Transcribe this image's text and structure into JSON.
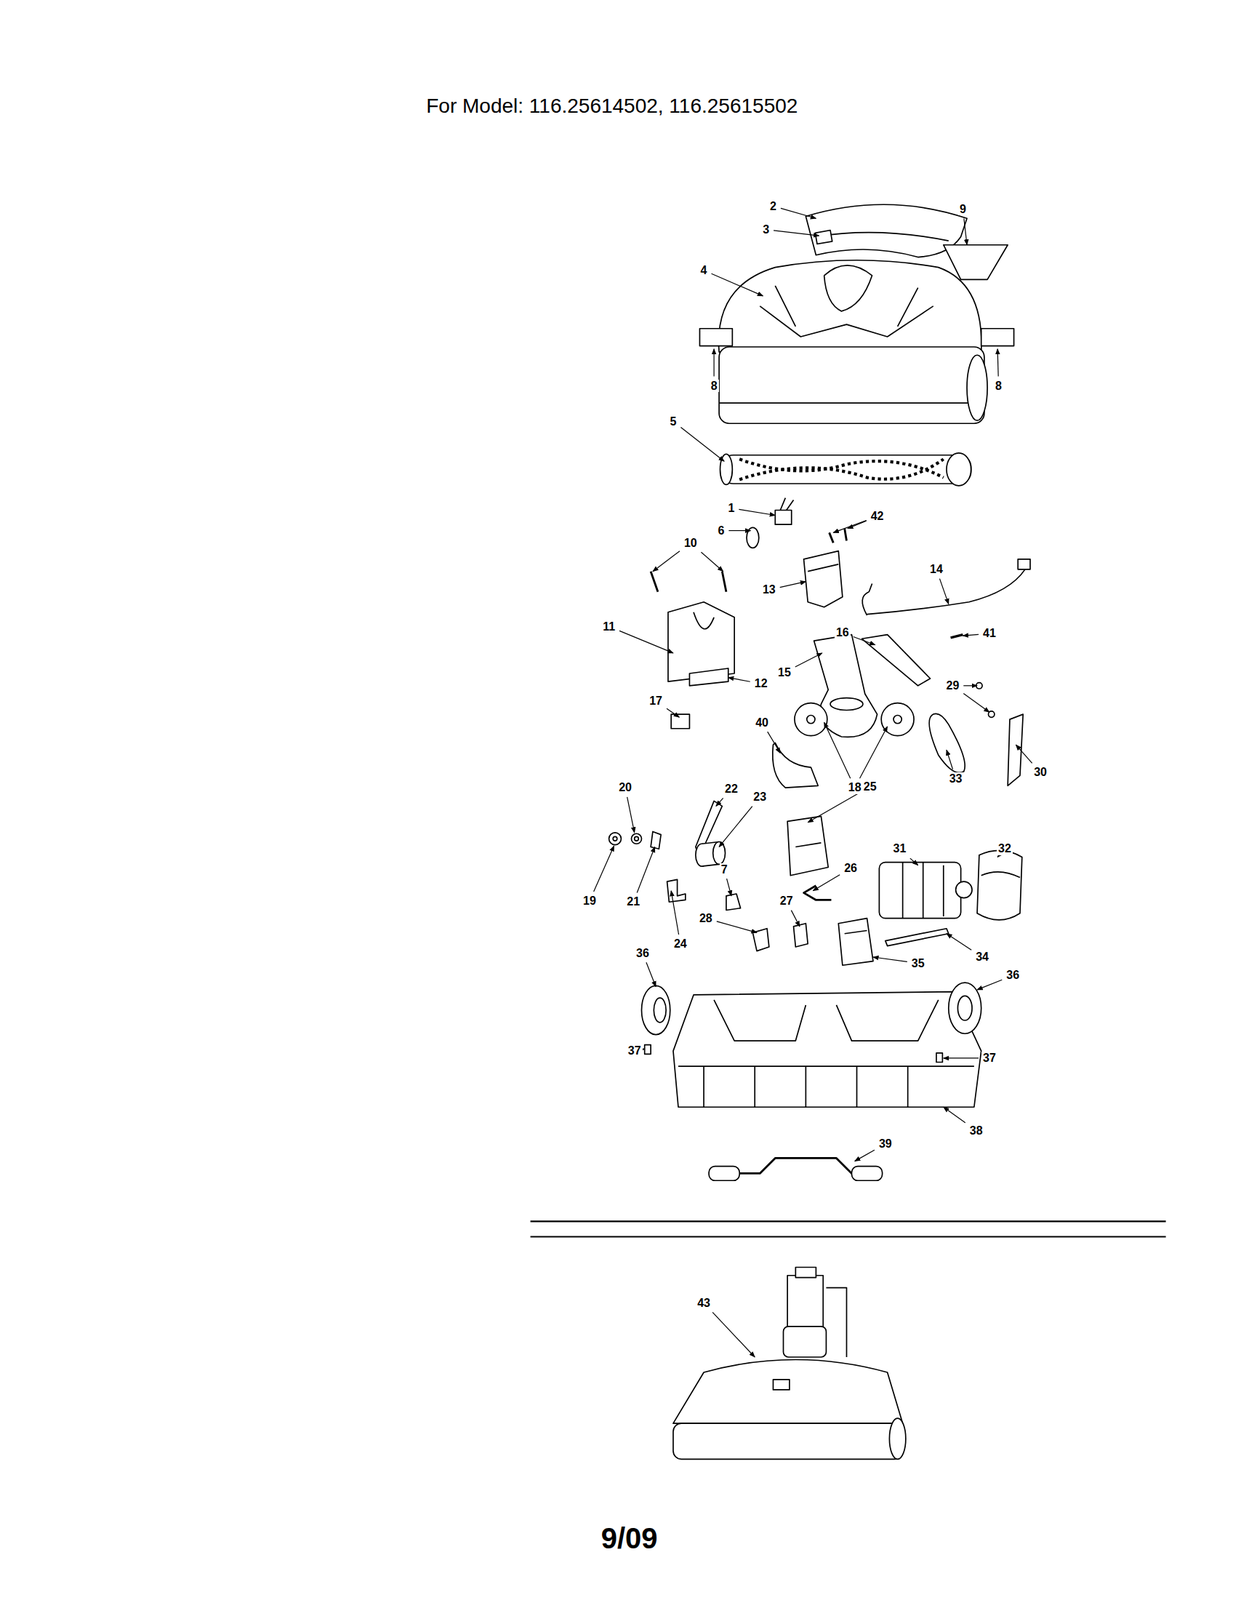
{
  "diagram": {
    "title": "For Model:  116.25614502, 116.25615502",
    "caption": "9/09",
    "labels": [
      "2",
      "3",
      "9",
      "4",
      "8",
      "8",
      "5",
      "1",
      "42",
      "6",
      "10",
      "14",
      "13",
      "11",
      "16",
      "41",
      "15",
      "12",
      "29",
      "17",
      "40",
      "30",
      "33",
      "18",
      "22",
      "20",
      "25",
      "23",
      "31",
      "32",
      "26",
      "7",
      "27",
      "19",
      "21",
      "28",
      "24",
      "34",
      "35",
      "36",
      "36",
      "37",
      "37",
      "38",
      "39",
      "43"
    ]
  }
}
